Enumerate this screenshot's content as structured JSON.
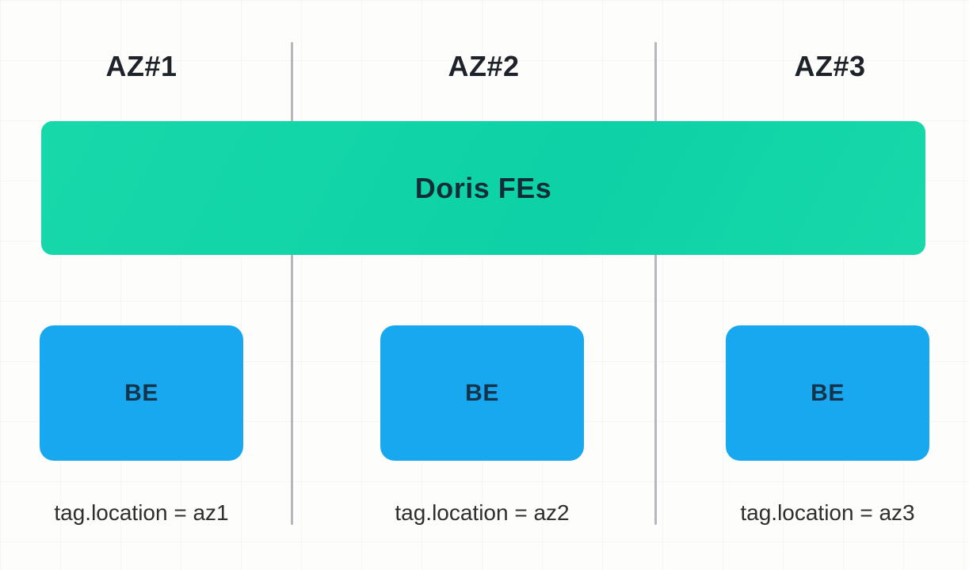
{
  "diagram": {
    "description": "Doris cluster layout across three availability zones"
  },
  "fe_box": {
    "label": "Doris FEs"
  },
  "columns": [
    {
      "az_label": "AZ#1",
      "be_label": "BE",
      "tag_text": "tag.location = az1"
    },
    {
      "az_label": "AZ#2",
      "be_label": "BE",
      "tag_text": "tag.location = az2"
    },
    {
      "az_label": "AZ#3",
      "be_label": "BE",
      "tag_text": "tag.location = az3"
    }
  ],
  "colors": {
    "fe_green_1": "#17d8a9",
    "fe_green_2": "#0dd2a7",
    "fe_text": "#112e38",
    "be_blue": "#18a8f0",
    "be_text": "#15344c",
    "az_text": "#1e232a",
    "tag_text": "#2e2e2e",
    "divider": "#b4b7bb",
    "background": "#fdfdfc"
  }
}
